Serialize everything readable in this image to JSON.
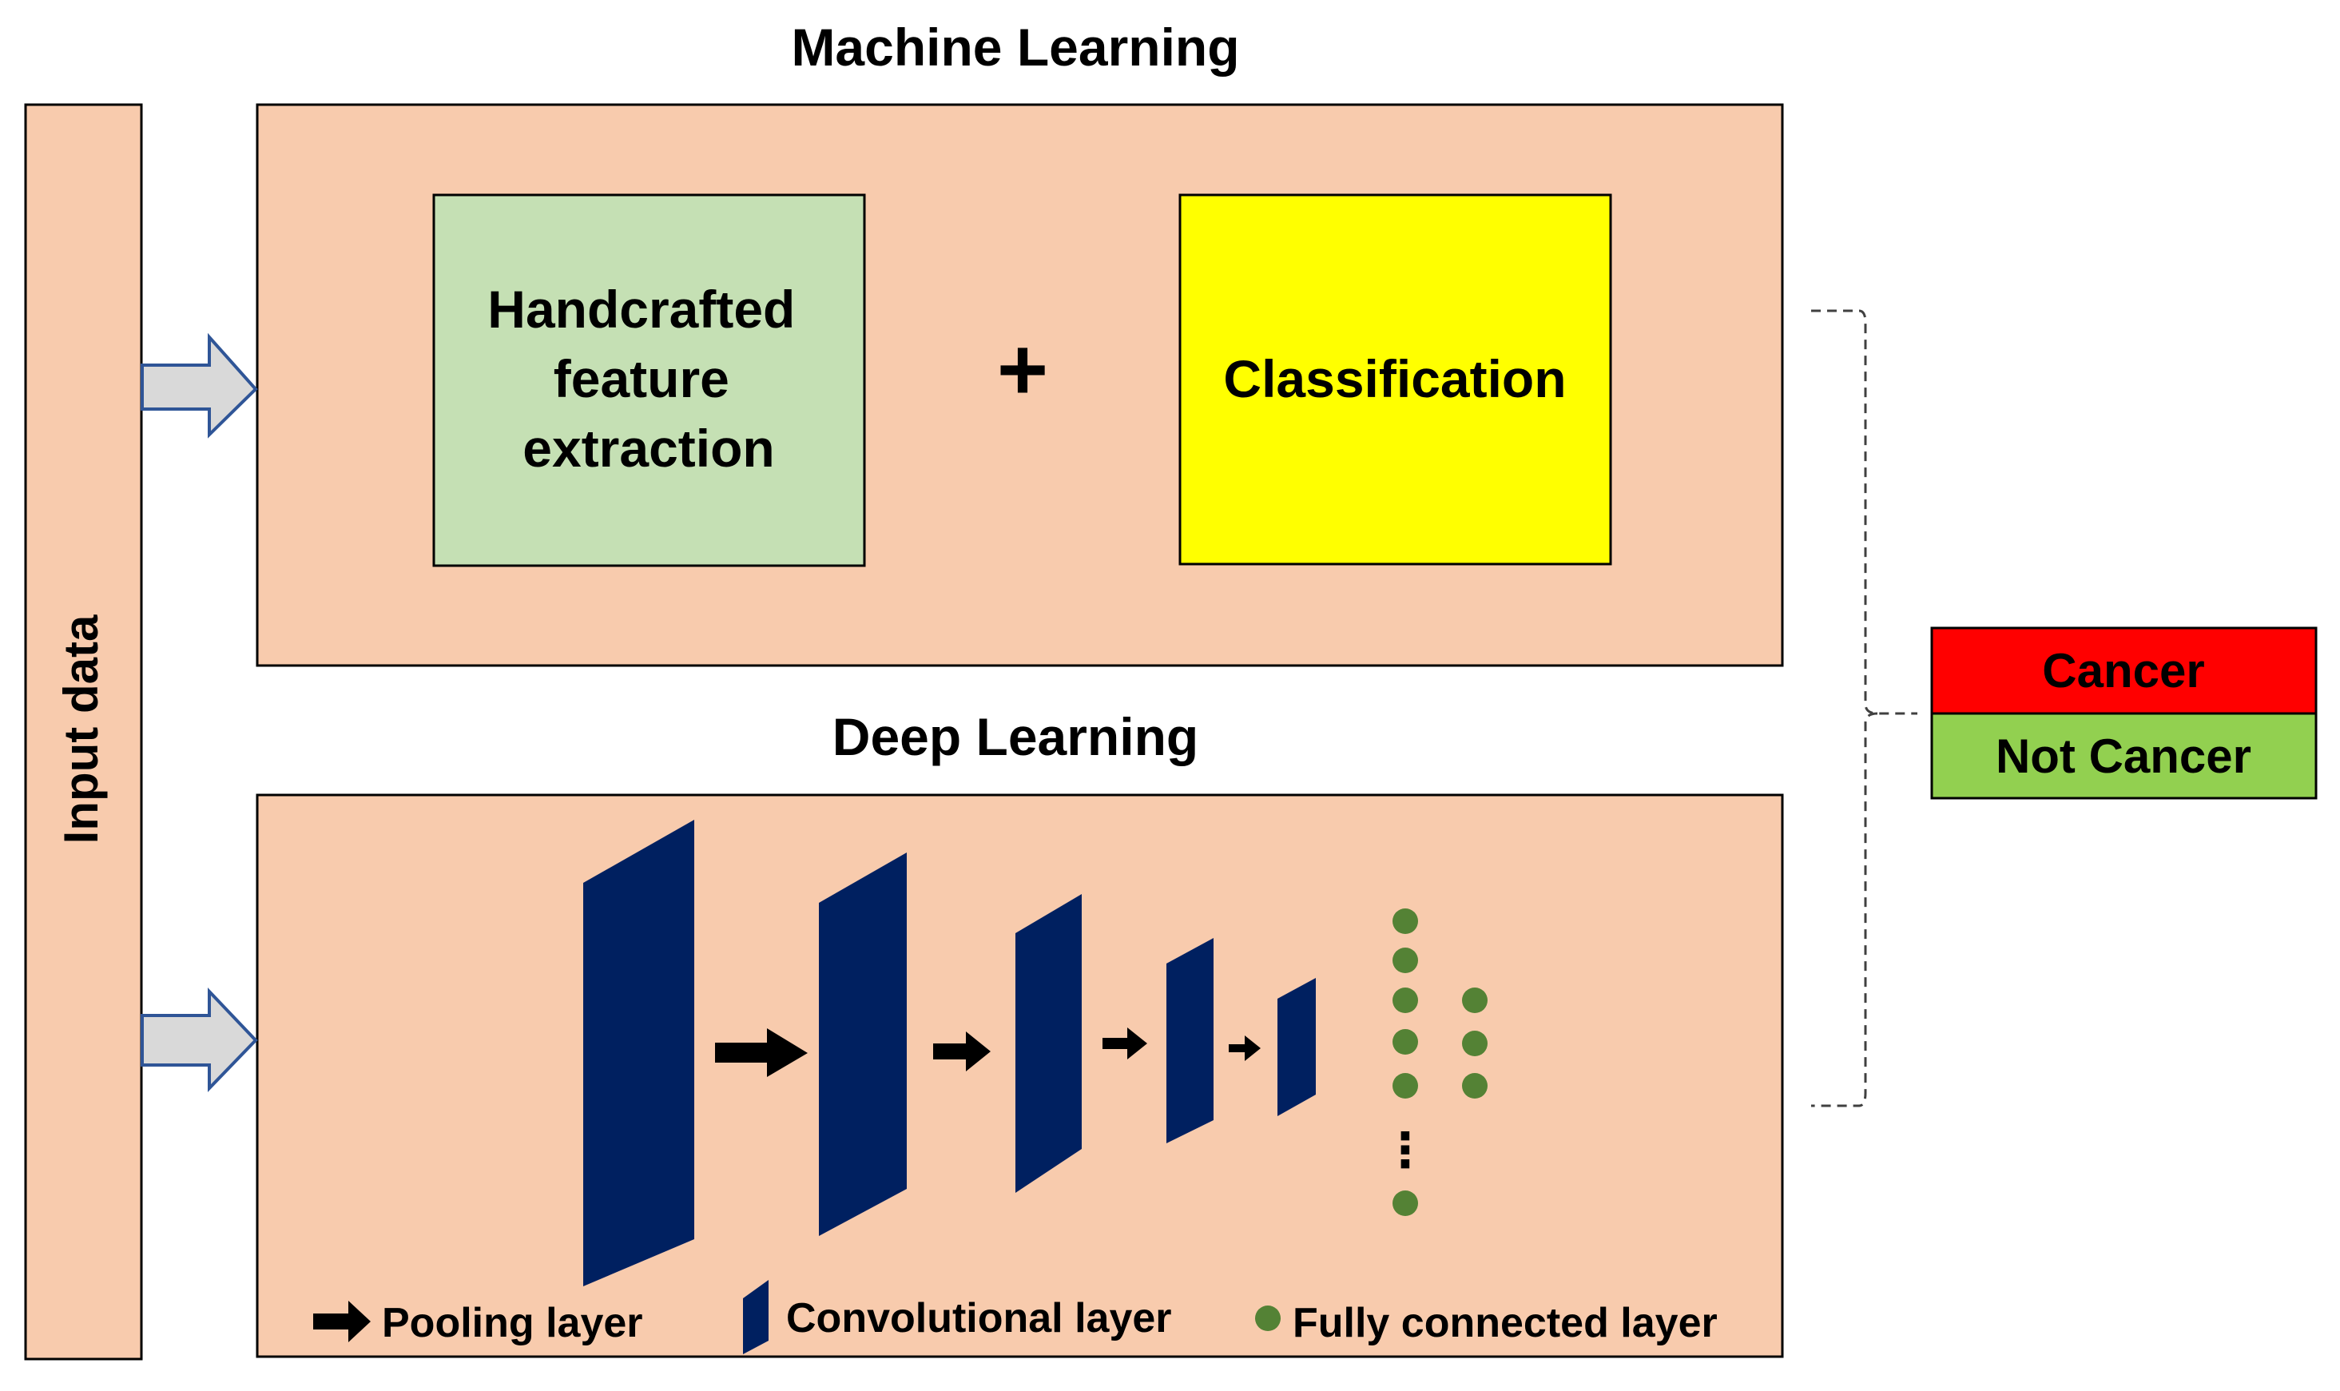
{
  "machine_learning": {
    "title": "Machine Learning",
    "feature_box": {
      "lines": [
        "Handcrafted",
        "feature",
        "extraction"
      ],
      "color": "#c5e0b4"
    },
    "plus": "+",
    "classification_box": {
      "label": "Classification",
      "color": "#ffff00"
    }
  },
  "deep_learning": {
    "title": "Deep Learning",
    "conv_color": "#002060",
    "fc_color": "#548235",
    "ellipsis": "⋮",
    "legend": {
      "pooling": "Pooling layer",
      "convolutional": "Convolutional layer",
      "fully_connected": "Fully connected layer"
    }
  },
  "input": {
    "label": "Input data"
  },
  "output": {
    "cancer": {
      "label": "Cancer",
      "color": "#ff0000"
    },
    "not_cancer": {
      "label": "Not Cancer",
      "color": "#92d050"
    }
  },
  "colors": {
    "panel": "#f8cbad",
    "arrow_fill": "#d9d9d9",
    "arrow_stroke": "#2f5597"
  }
}
